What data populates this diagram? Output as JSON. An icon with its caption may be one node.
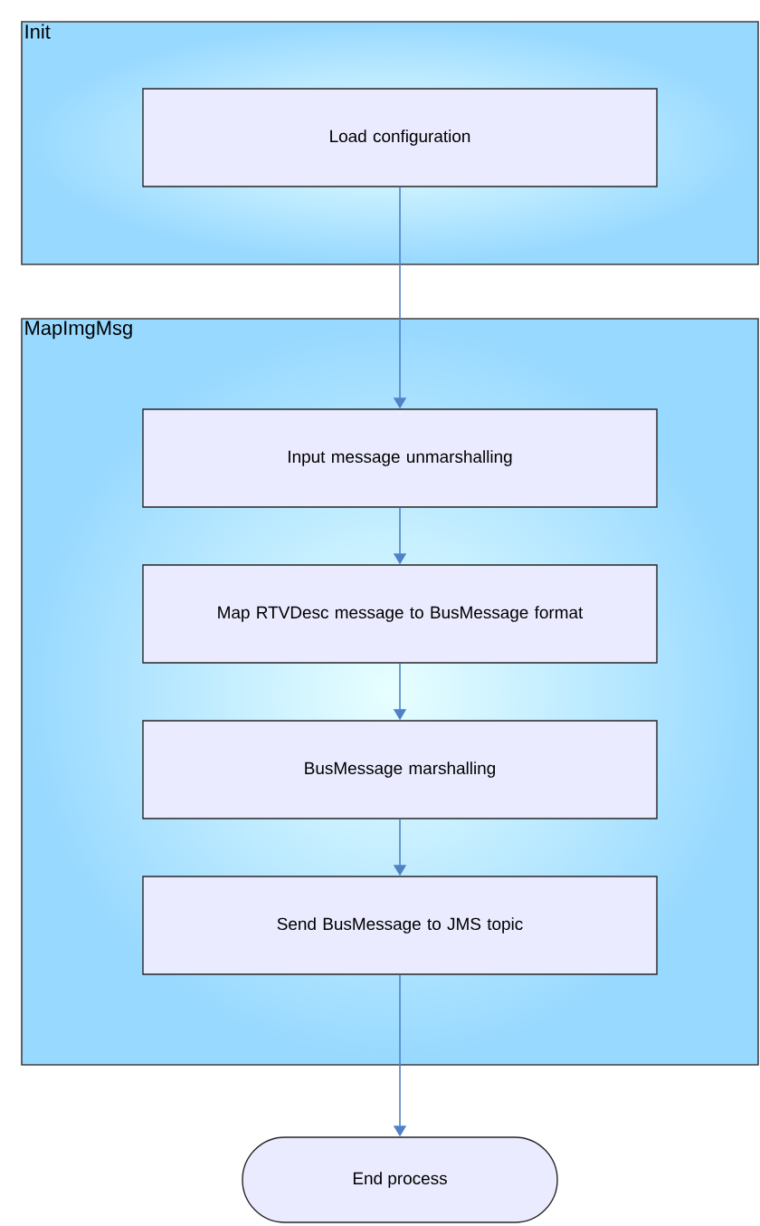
{
  "diagram": {
    "nodes": [
      {
        "text": [
          "Init"
        ]
      },
      {
        "text": [
          "Load configuration"
        ],
        "in": 0
      },
      {
        "text": [
          "MapImgMsg"
        ]
      },
      {
        "text": [
          "Input message unmarshalling"
        ],
        "in": 2
      },
      {
        "text": [
          "Map RTVDesc message to BusMessage format"
        ],
        "in": 2
      },
      {
        "text": [
          "BusMessage marshalling"
        ],
        "in": 2
      },
      {
        "text": [
          "Send BusMessage to JMS topic"
        ],
        "in": 2
      },
      {
        "text": [
          "End process"
        ]
      }
    ],
    "edges": [
      {
        "from": 1,
        "to": 3,
        "arrow": "to"
      },
      {
        "from": 3,
        "to": 4,
        "arrow": "to"
      },
      {
        "from": 4,
        "to": 5,
        "arrow": "to"
      },
      {
        "from": 5,
        "to": 6,
        "arrow": "to"
      },
      {
        "from": 6,
        "to": 7,
        "arrow": "to"
      }
    ]
  }
}
